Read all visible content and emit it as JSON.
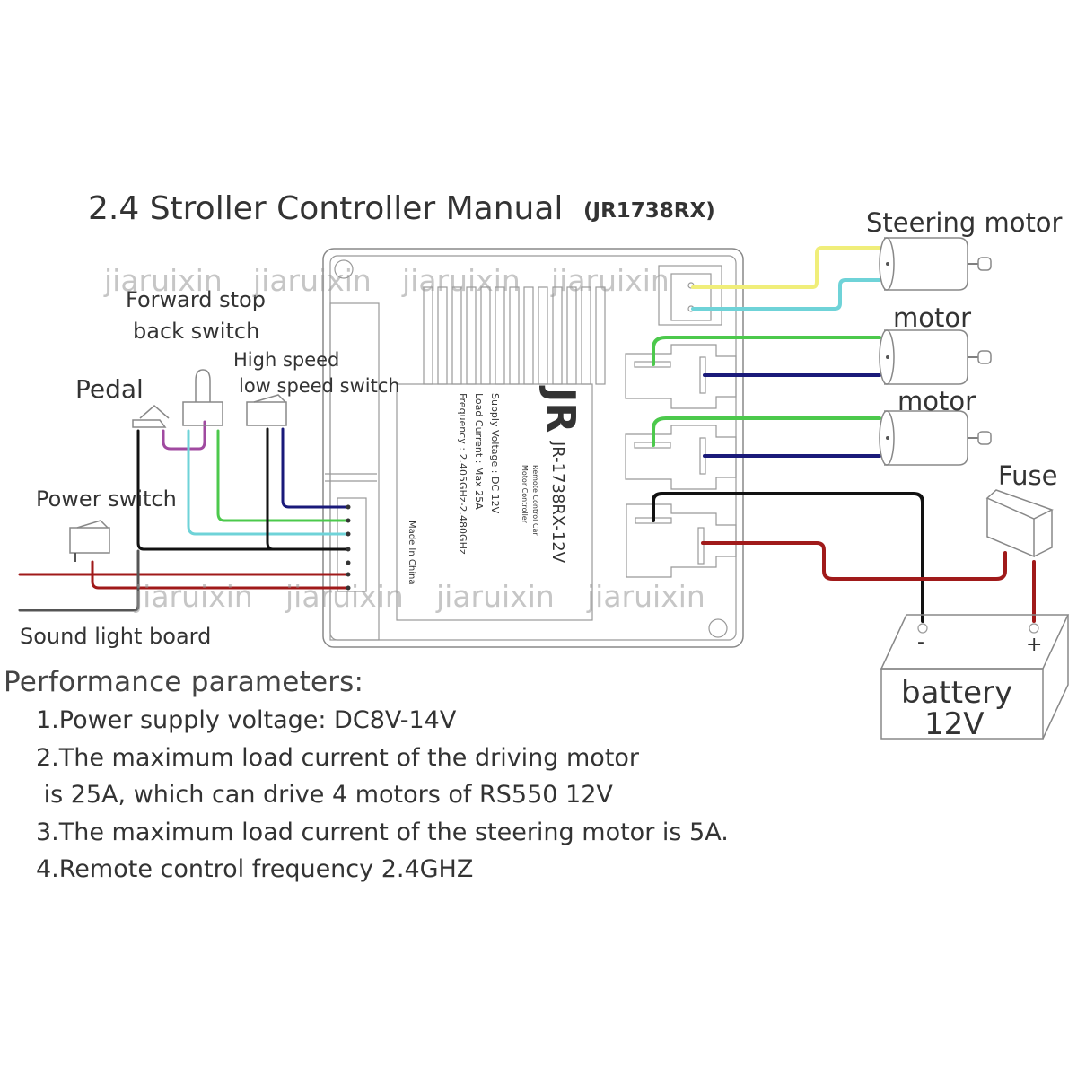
{
  "title": {
    "main": "2.4 Stroller Controller Manual",
    "model": "(JR1738RX)"
  },
  "watermark": "jiaruixin",
  "labels": {
    "forward_stop": "Forward stop",
    "back_switch": "back switch",
    "high_speed": "High speed",
    "low_speed_switch": "low speed  switch",
    "pedal": "Pedal",
    "power_switch": "Power switch",
    "sound_light_board": "Sound light board",
    "steering_motor": "Steering motor",
    "motor_1": "motor",
    "motor_2": "motor",
    "fuse": "Fuse",
    "battery": "battery",
    "battery_voltage": "12V",
    "battery_minus": "-",
    "battery_plus": "+"
  },
  "controller_label": {
    "logo": "JR",
    "model": "JR-1738RX-12V",
    "line1": "Remote Control Car",
    "line2": "Motor Controller",
    "supply": "Supply Voltage : DC 12V",
    "load": "Load Current : Max 25A",
    "frequency": "Frequency : 2.405GHz-2.480GHz",
    "origin": "Made In China"
  },
  "wire_colors": {
    "yellow": "#f0ee7a",
    "cyan": "#6fd3d8",
    "green": "#4cc94c",
    "navy": "#1a1a7a",
    "black": "#111111",
    "red": "#a01a1a",
    "purple": "#a04aa0"
  },
  "performance": {
    "heading": "Performance parameters:",
    "items": [
      "1.Power supply voltage: DC8V-14V",
      "2.The maximum load current of the driving motor",
      " is 25A, which can drive 4 motors of RS550 12V",
      "3.The maximum load current of the steering motor is 5A.",
      "4.Remote control frequency 2.4GHZ"
    ]
  }
}
